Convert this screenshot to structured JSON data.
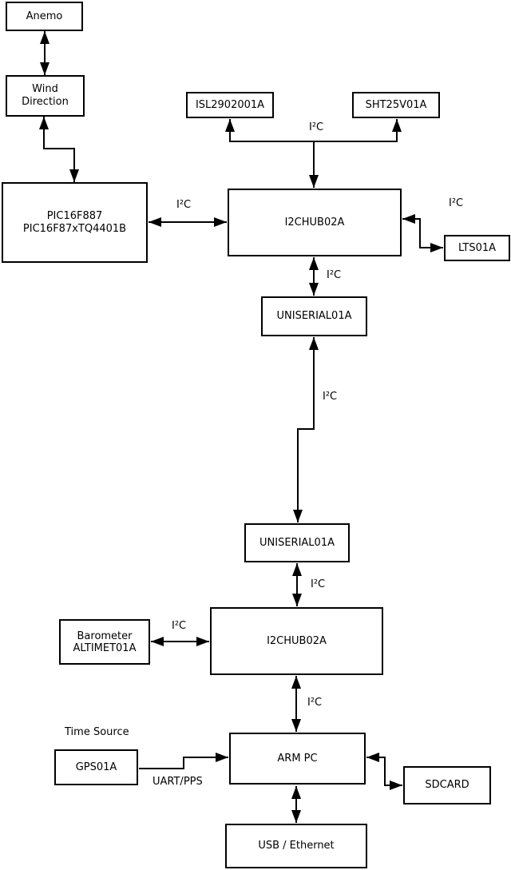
{
  "diagram": {
    "nodes": {
      "anemo": {
        "label": "Anemo"
      },
      "wind_direction": {
        "label": "Wind\nDirection"
      },
      "pic": {
        "label": "PIC16F887\nPIC16F87xTQ4401B"
      },
      "isl2902001a": {
        "label": "ISL2902001A"
      },
      "sht25v01a": {
        "label": "SHT25V01A"
      },
      "i2chub_upper": {
        "label": "I2CHUB02A"
      },
      "lts01a": {
        "label": "LTS01A"
      },
      "uniserial_upper": {
        "label": "UNISERIAL01A"
      },
      "uniserial_lower": {
        "label": "UNISERIAL01A"
      },
      "i2chub_lower": {
        "label": "I2CHUB02A"
      },
      "barometer": {
        "label": "Barometer\nALTIMET01A"
      },
      "gps01a": {
        "label": "GPS01A"
      },
      "arm_pc": {
        "label": "ARM PC"
      },
      "sdcard": {
        "label": "SDCARD"
      },
      "usb_ethernet": {
        "label": "USB / Ethernet"
      }
    },
    "edge_labels": {
      "i2c_pic_hub": "I²C",
      "i2c_sensor_branch": "I²C",
      "i2c_lts": "I²C",
      "i2c_hub_uniserial": "I²C",
      "i2c_uniserial_link": "I²C",
      "i2c_uniserial_hub2": "I²C",
      "i2c_barometer": "I²C",
      "i2c_hub2_armpc": "I²C",
      "time_source": "Time Source",
      "uart_pps": "UART/PPS"
    },
    "colors": {
      "line": "#000000",
      "box_fill": "#ffffff",
      "background": "#ffffff"
    }
  }
}
